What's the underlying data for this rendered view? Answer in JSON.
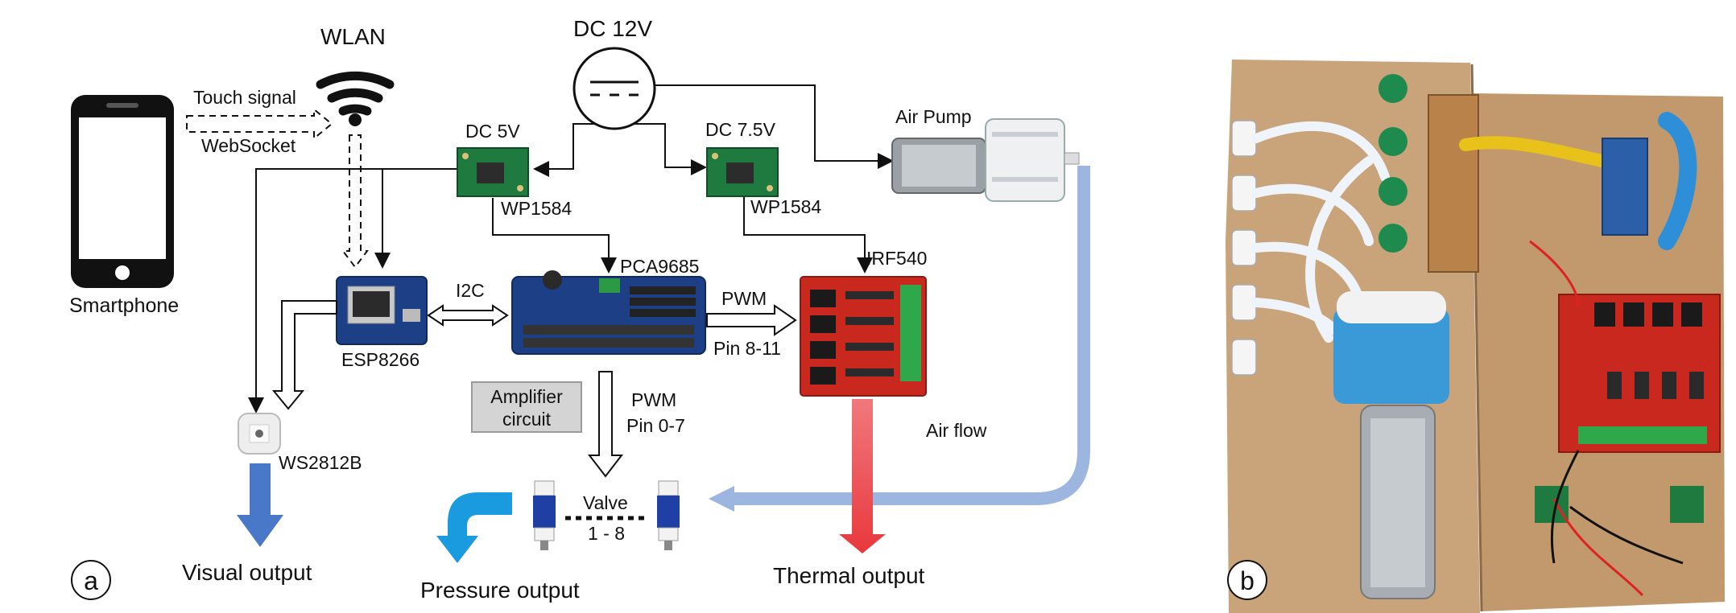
{
  "panel_a": {
    "label": "a",
    "smartphone": "Smartphone",
    "wlan": "WLAN",
    "touch_signal": "Touch signal",
    "websocket": "WebSocket",
    "dc12": "DC 12V",
    "dc5": "DC 5V",
    "dc75": "DC 7.5V",
    "wp1584_a": "WP1584",
    "wp1584_b": "WP1584",
    "air_pump": "Air Pump",
    "esp8266": "ESP8266",
    "i2c": "I2C",
    "pca9685": "PCA9685",
    "pwm_1": "PWM",
    "pin_8_11": "Pin 8-11",
    "irf540": "IRF540",
    "amplifier_line1": "Amplifier",
    "amplifier_line2": "circuit",
    "pwm_2": "PWM",
    "pin_0_7": "Pin 0-7",
    "ws2812b": "WS2812B",
    "valve": "Valve",
    "valve_range": "1 - 8",
    "air_flow": "Air flow",
    "visual_output": "Visual output",
    "pressure_output": "Pressure output",
    "thermal_output": "Thermal output"
  },
  "panel_b": {
    "label": "b"
  },
  "colors": {
    "board_blue": "#1d3f86",
    "board_red": "#c8281e",
    "module_green": "#1f7a3f",
    "visual_arrow": "#4a78c8",
    "pressure_arrow": "#1a9be0",
    "thermal_arrow": "#e8383d",
    "airflow_arrow": "#9db6e0",
    "wood": "#c9a37a"
  }
}
